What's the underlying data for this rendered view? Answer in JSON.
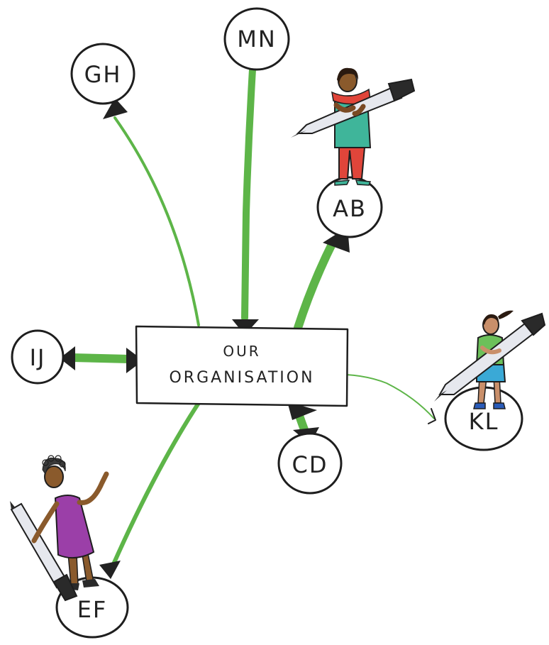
{
  "center": {
    "line1": "OUR",
    "line2": "ORGANISATION"
  },
  "nodes": {
    "mn": "MN",
    "gh": "GH",
    "ab": "AB",
    "ij": "IJ",
    "kl": "KL",
    "cd": "CD",
    "ef": "EF"
  },
  "colors": {
    "arrow_green": "#5db548",
    "outline": "#1e1e1e",
    "person_ab_shirt": "#3fb59a",
    "person_ab_scarf": "#e0453a",
    "person_ef_dress": "#9b3fa8",
    "person_kl_top": "#6cc05a",
    "person_kl_shorts": "#3aa9d6"
  }
}
